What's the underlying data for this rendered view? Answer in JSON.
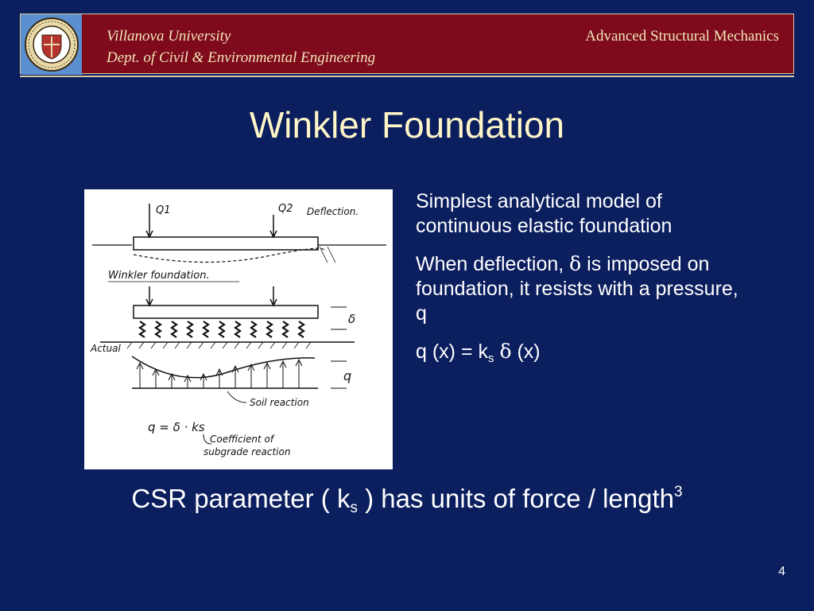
{
  "header": {
    "institution": "Villanova University",
    "department": "Dept. of Civil & Environmental Engineering",
    "course": "Advanced Structural Mechanics",
    "seal_icon": "university-seal",
    "bar_color": "#7e0a1c",
    "text_color": "#f2e6b8"
  },
  "slide": {
    "title": "Winkler Foundation",
    "page_number": "4",
    "background_color": "#0b1e5e"
  },
  "figure": {
    "labels": {
      "q1": "Q1",
      "q2": "Q2",
      "deflection": "Deflection.",
      "winkler": "Winkler foundation.",
      "delta": "δ",
      "actual": "Actual",
      "q": "q",
      "soil_reaction": "Soil reaction",
      "formula": "q = δ · ks",
      "coefficient_line1": "Coefficient of",
      "coefficient_line2": "subgrade reaction"
    }
  },
  "bullets": {
    "b1": "Simplest analytical model of continuous elastic foundation",
    "b2_before": "When deflection, ",
    "b2_symbol": "δ",
    "b2_after": " is imposed on foundation, it resists with a pressure, q",
    "formula_a": "q (x) = k",
    "formula_sub": "s",
    "formula_symbol": "δ",
    "formula_b": "(x)"
  },
  "csr": {
    "text_a": "CSR parameter ( k",
    "sub": "s",
    "text_b": " ) has units of force / length",
    "sup": "3"
  }
}
